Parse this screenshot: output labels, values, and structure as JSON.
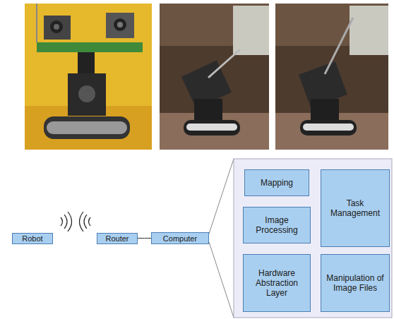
{
  "diagram": {
    "nodes": [
      {
        "text": [
          "Robot"
        ]
      },
      {
        "text": [
          "Router"
        ]
      },
      {
        "text": [
          "Computer"
        ]
      },
      {
        "text": [
          "Mapping"
        ]
      },
      {
        "text": [
          "Task Management"
        ]
      },
      {
        "text": [
          "Image Processing"
        ]
      },
      {
        "text": [
          "Hardware Abstraction Layer"
        ]
      },
      {
        "text": [
          "Manipulation of Image Files"
        ]
      }
    ],
    "edges": [
      {
        "from": 1,
        "to": 2,
        "arrow": "none"
      }
    ]
  }
}
